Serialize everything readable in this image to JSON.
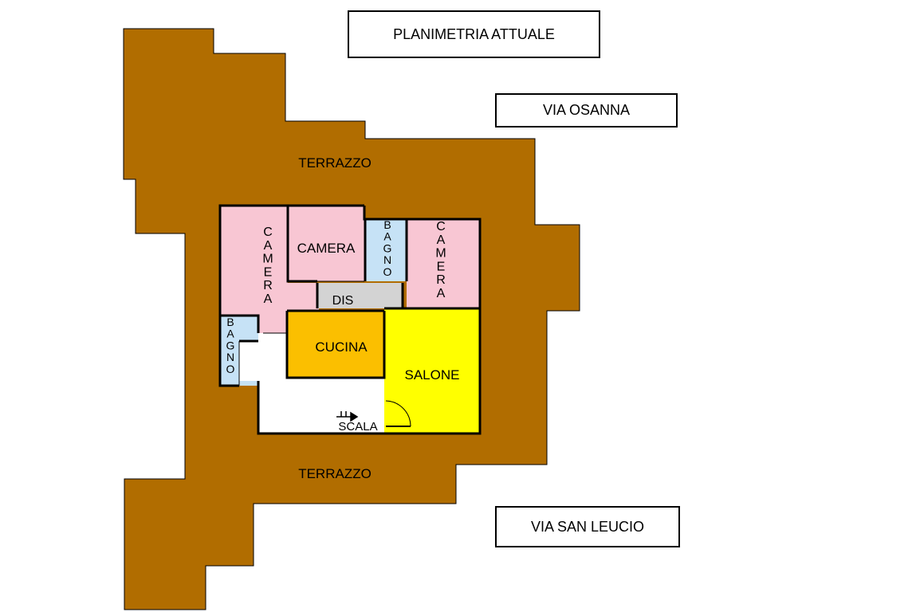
{
  "title": "PLANIMETRIA ATTUALE",
  "streets": {
    "top": "VIA OSANNA",
    "bottom": "VIA SAN LEUCIO"
  },
  "terraces": {
    "north": "TERRAZZO",
    "south": "TERRAZZO"
  },
  "rooms": {
    "camera_left": "CAMERA",
    "camera_center": "CAMERA",
    "bagno_upper": "BAGNO",
    "camera_right": "CAMERA",
    "dis": "DIS",
    "bagno_lower": "BAGNO",
    "cucina": "CUCINA",
    "salone": "SALONE",
    "scala": "SCALA"
  },
  "colors": {
    "terrace": "#b16d00",
    "camera": "#f8c6d3",
    "bagno": "#c6e2f6",
    "dis": "#d3d3d3",
    "cucina": "#fbbf00",
    "salone": "#ffff00",
    "wall": "#000000"
  }
}
